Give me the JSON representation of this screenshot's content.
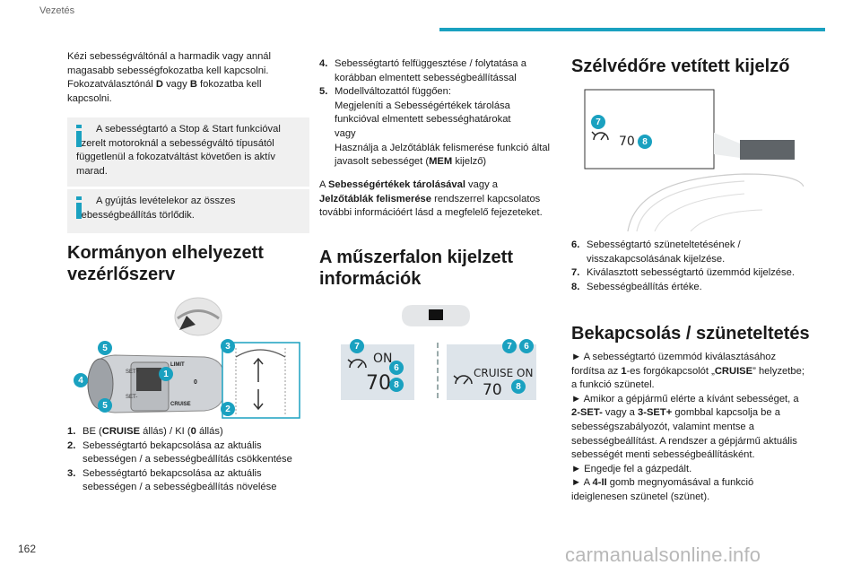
{
  "header": {
    "section": "Vezetés"
  },
  "page_number": "162",
  "watermark": "carmanualsonline.info",
  "left": {
    "intro": [
      {
        "t": "Kézi sebességváltónál a harmadik vagy annál magasabb sebességfokozatba kell kapcsolni. Fokozatválasztónál "
      },
      {
        "b": "D"
      },
      {
        "t": " vagy "
      },
      {
        "b": "B"
      },
      {
        "t": " fokozatba kell kapcsolni."
      }
    ],
    "tip1": "A sebességtartó a Stop & Start funkcióval szerelt motoroknál a sebességváltó típusától függetlenül a fokozatváltást követően is aktív marad.",
    "tip2": "A gyújtás levételekor az összes sebességbeállítás törlődik.",
    "heading": "Kormányon elhelyezett vezérlőszerv",
    "stalk_labels": {
      "limit": "LIMIT",
      "cruise": "CRUISE",
      "set_minus": "SET-",
      "set_plus": "SET+",
      "zero": "0"
    },
    "list": [
      {
        "n": "1.",
        "parts": [
          {
            "t": "BE ("
          },
          {
            "b": "CRUISE"
          },
          {
            "t": " állás) / KI ("
          },
          {
            "b": "0"
          },
          {
            "t": " állás)"
          }
        ]
      },
      {
        "n": "2.",
        "parts": [
          {
            "t": "Sebességtartó bekapcsolása az aktuális sebességen / a sebességbeállítás csökkentése"
          }
        ]
      },
      {
        "n": "3.",
        "parts": [
          {
            "t": "Sebességtartó bekapcsolása az aktuális sebességen / a sebességbeállítás növelése"
          }
        ]
      }
    ]
  },
  "middle": {
    "list": [
      {
        "n": "4.",
        "parts": [
          {
            "t": "Sebességtartó felfüggesztése / folytatása a korábban elmentett sebességbeállítással"
          }
        ]
      },
      {
        "n": "5.",
        "parts": [
          {
            "t": "Modellváltozattól függően:"
          }
        ],
        "lines": [
          [
            {
              "t": "Megjeleníti a Sebességértékek tárolása funkcióval elmentett sebességhatárokat"
            }
          ],
          [
            {
              "t": "vagy"
            }
          ],
          [
            {
              "t": "Használja a Jelzőtáblák felismerése funkció által javasolt sebességet ("
            },
            {
              "b": "MEM"
            },
            {
              "t": " kijelző)"
            }
          ]
        ]
      }
    ],
    "para": [
      {
        "t": "A "
      },
      {
        "b": "Sebességértékek tárolásával"
      },
      {
        "t": " vagy a "
      },
      {
        "b": "Jelzőtáblák felismerése"
      },
      {
        "t": " rendszerrel kapcsolatos további információért lásd a megfelelő fejezeteket."
      }
    ],
    "heading": "A műszerfalon kijelzett információk",
    "display1": {
      "on": "ON",
      "speed": "70"
    },
    "display2": {
      "cruise": "CRUISE ON",
      "speed": "70"
    }
  },
  "right": {
    "heading": "Szélvédőre vetített kijelző",
    "hud": {
      "speed": "70"
    },
    "list": [
      {
        "n": "6.",
        "parts": [
          {
            "t": "Sebességtartó szüneteltetésének / visszakapcsolásának kijelzése."
          }
        ]
      },
      {
        "n": "7.",
        "parts": [
          {
            "t": "Kiválasztott sebességtartó üzemmód kijelzése."
          }
        ]
      },
      {
        "n": "8.",
        "parts": [
          {
            "t": "Sebességbeállítás értéke."
          }
        ]
      }
    ],
    "heading2": "Bekapcsolás / szüneteltetés",
    "steps": [
      [
        {
          "t": "► A sebességtartó üzemmód kiválasztásához fordítsa az "
        },
        {
          "b": "1"
        },
        {
          "t": "-es forgókapcsolót „"
        },
        {
          "b": "CRUISE"
        },
        {
          "t": "” helyzetbe; a funkció szünetel."
        }
      ],
      [
        {
          "t": "► Amikor a gépjármű elérte a kívánt sebességet, a "
        },
        {
          "b": "2-SET-"
        },
        {
          "t": " vagy a "
        },
        {
          "b": "3-SET+"
        },
        {
          "t": " gombbal kapcsolja be a sebességszabályozót, valamint mentse a sebességbeállítást. A rendszer a gépjármű aktuális sebességét menti sebességbeállításként."
        }
      ],
      [
        {
          "t": "► Engedje fel a gázpedált."
        }
      ],
      [
        {
          "t": "► A "
        },
        {
          "b": "4-II"
        },
        {
          "t": " gomb megnyomásával a funkció ideiglenesen szünetel (szünet)."
        }
      ]
    ]
  },
  "badges": {
    "b1": "1",
    "b2": "2",
    "b3": "3",
    "b4": "4",
    "b5": "5",
    "b6": "6",
    "b7": "7",
    "b8": "8"
  },
  "colors": {
    "accent": "#1aa1c0",
    "tip_bg": "#f0f0f0",
    "display_bg": "#dde4ea"
  }
}
